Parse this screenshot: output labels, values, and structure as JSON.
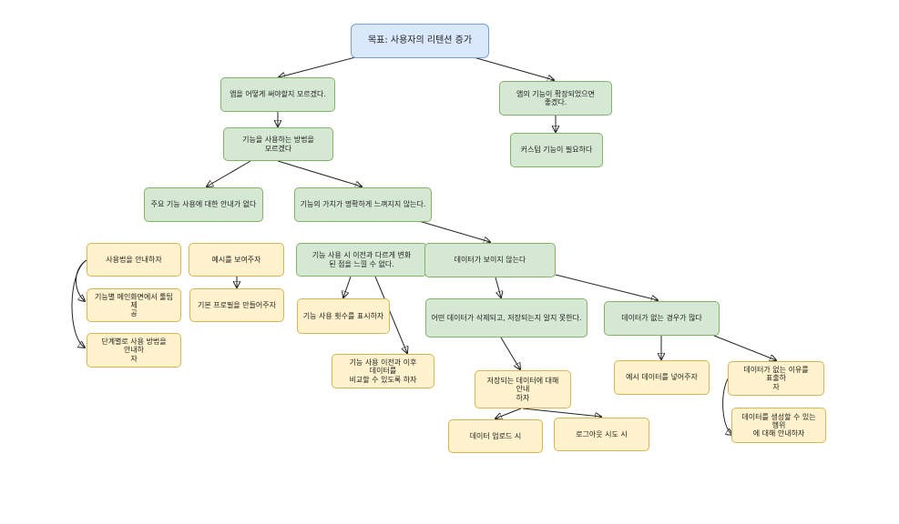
{
  "nodes": {
    "root": "목표: 사용자의 리텐션 증가",
    "how_to_use_app": "앱을 어떻게 써야할지 모르겠다.",
    "feature_extension": "앱의 기능이 확장되었으면 좋겠다.",
    "custom_feature": "커스텀 기능이 필요하다",
    "unknown_usage": "기능을 사용하는 방법을 모르겠다",
    "no_guide": "주요 기능 사용에 대한 안내가 없다",
    "value_unclear": "기능의 가치가 명확하게 느껴지지 않는다.",
    "guide_usage": "사용법을 안내하자",
    "show_examples": "예시를 보여주자",
    "no_change_felt": "기능 사용 시 이전과 다르게 변화\n된 점을 느낄 수 없다.",
    "data_invisible": "데이터가 보이지 않는다",
    "main_tooltip": "기능별 메인화면에서 툴팁 제\n공",
    "basic_profile": "기본 프로필을 만들어주자",
    "step_guide": "단계별로 사용 방법을 안내하\n자",
    "show_count": "기능 사용 횟수를 표시하자",
    "compare_data": "기능 사용 이전과 이후 데이터를\n비교할 수 있도록 하자",
    "data_saved_unknown": "어떤 데이터가 삭제되고, 저장되는지 알지 못한다.",
    "no_data_often": "데이터가 없는 경우가 많다",
    "guide_saved_data": "저장되는 데이터에 대해 안내\n하자",
    "sample_data": "예시 데이터를 넣어주자",
    "show_no_data_reason": "데이터가 없는 이유를 표출하\n자",
    "data_upload": "데이터 업로드 시",
    "logout_attempt": "로그아웃 시도 시",
    "guide_data_action": "데이터를 생성할 수 있는 행위\n에 대해 안내하자"
  },
  "colors": {
    "root_fill": "#dae8fc",
    "problem_fill": "#d5e8d4",
    "solution_fill": "#fff2cc"
  }
}
